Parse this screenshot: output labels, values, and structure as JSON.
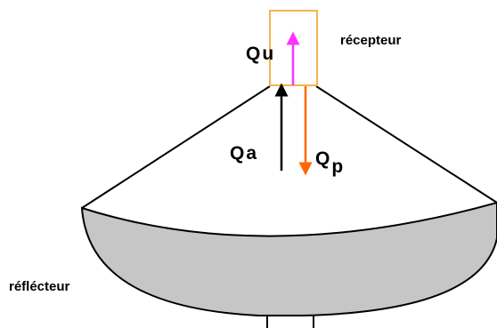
{
  "labels": {
    "receiver": "récepteur",
    "reflector": "réflécteur",
    "useful_flux": {
      "symbol": "Q",
      "subscript": "u"
    },
    "absorbed_flux": {
      "symbol": "Q",
      "subscript": "a"
    },
    "lost_flux": {
      "symbol": "Q",
      "subscript": "p"
    }
  },
  "colors": {
    "receiver_outline": "#f2b450",
    "useful_arrow": "#ff33ff",
    "absorbed_arrow": "#000000",
    "lost_arrow": "#ff6600",
    "reflector_fill": "#c6c6c6",
    "line": "#000000"
  }
}
